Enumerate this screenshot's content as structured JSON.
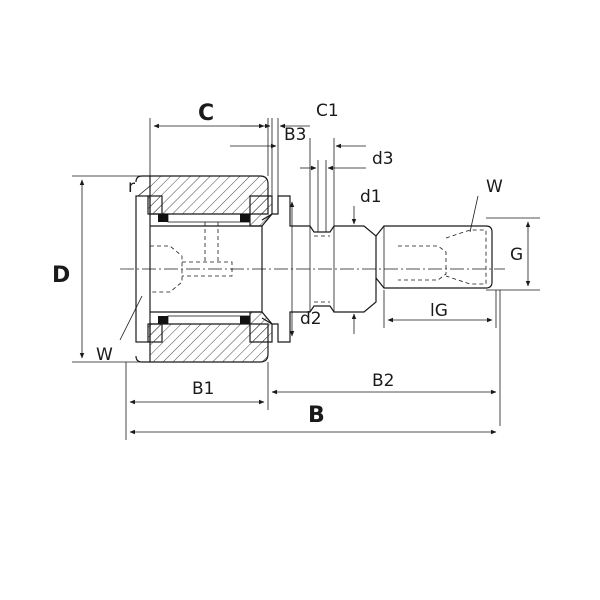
{
  "labels": {
    "C": "C",
    "C1": "C1",
    "B3": "B3",
    "d3": "d3",
    "r": "r",
    "d1": "d1",
    "W_right": "W",
    "G": "G",
    "D": "D",
    "d2": "d2",
    "lG": "lG",
    "W_left": "W",
    "B1": "B1",
    "B2": "B2",
    "B": "B"
  }
}
